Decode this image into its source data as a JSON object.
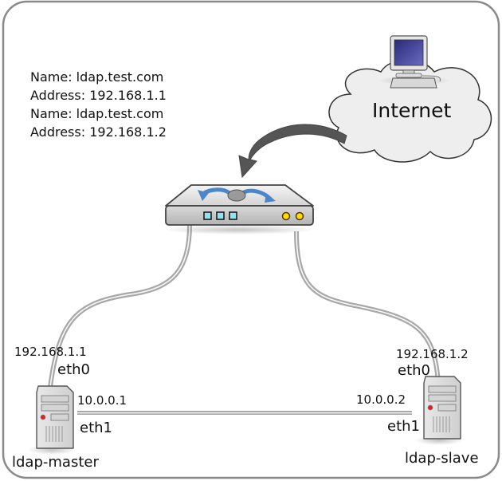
{
  "dns_records": [
    {
      "text": "Name: ldap.test.com"
    },
    {
      "text": "Address: 192.168.1.1"
    },
    {
      "text": "Name: ldap.test.com"
    },
    {
      "text": "Address: 192.168.1.2"
    }
  ],
  "internet": {
    "label": "Internet",
    "icon": "computer-icon"
  },
  "router": {
    "icon": "router-icon"
  },
  "hosts": {
    "master": {
      "name": "ldap-master",
      "eth0_label": "eth0",
      "eth0_ip": "192.168.1.1",
      "eth1_label": "eth1",
      "eth1_ip": "10.0.0.1"
    },
    "slave": {
      "name": "ldap-slave",
      "eth0_label": "eth0",
      "eth0_ip": "192.168.1.2",
      "eth1_label": "eth1",
      "eth1_ip": "10.0.0.2"
    }
  },
  "colors": {
    "frame": "#8a8a8a",
    "cloud": "#eeeeee",
    "arrow": "#555555",
    "router_arrow": "#4a86c8",
    "port_led": "#8fe3f0",
    "status_led": "#f2e300",
    "server_led": "#e02020"
  }
}
